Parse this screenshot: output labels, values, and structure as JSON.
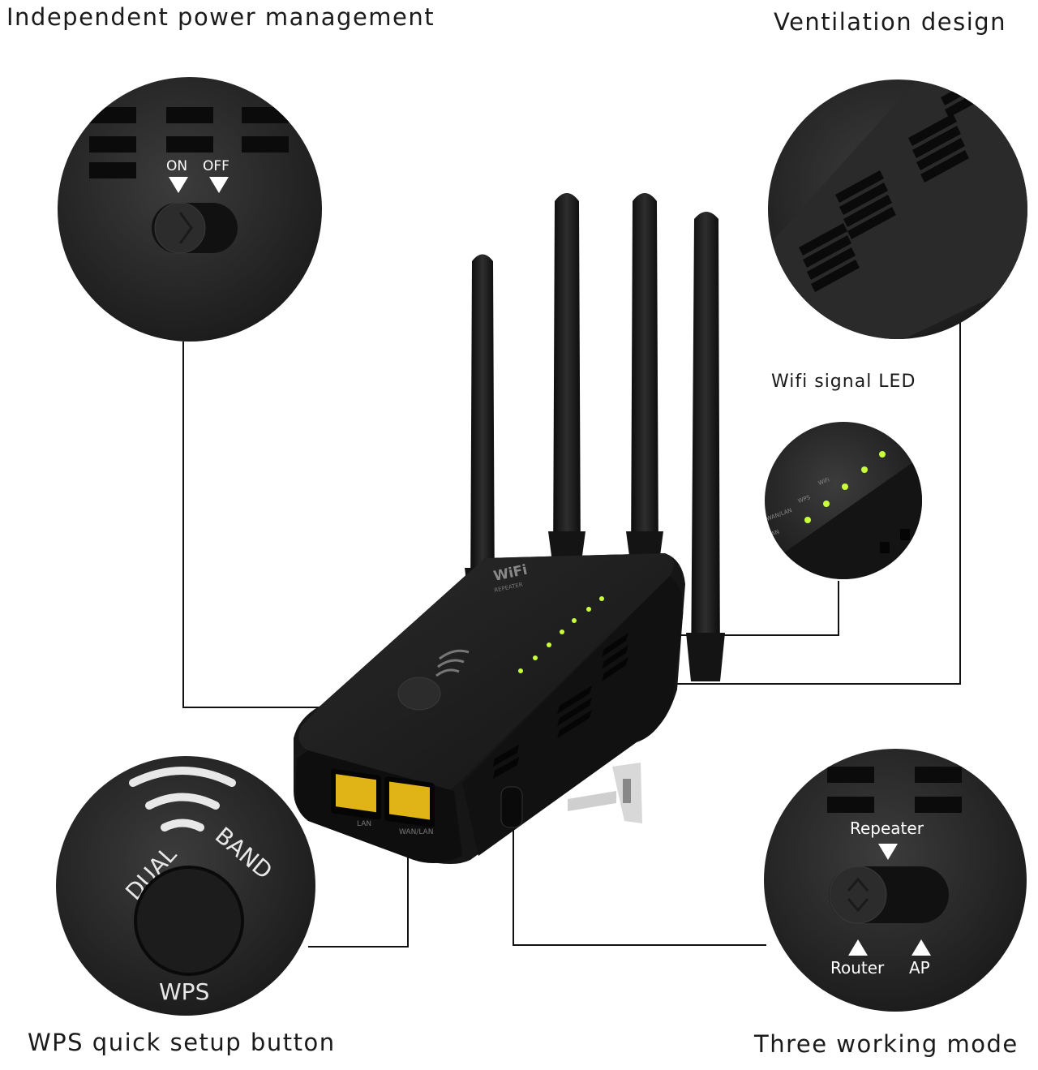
{
  "captions": {
    "power": "Independent power management",
    "ventilation": "Ventilation design",
    "wifi_led": "Wifi signal LED",
    "wps": "WPS quick setup button",
    "modes": "Three working mode"
  },
  "power_switch": {
    "on": "ON",
    "off": "OFF"
  },
  "wps_button": {
    "dual": "DUAL",
    "band": "BAND",
    "wps": "WPS"
  },
  "mode_switch": {
    "repeater": "Repeater",
    "router": "Router",
    "ap": "AP"
  },
  "led_labels": [
    "WiFi",
    "WPS",
    "WAN/LAN",
    "LAN"
  ],
  "device": {
    "brand": "WiFi",
    "sub": "REPEATER",
    "ports": [
      "LAN",
      "WAN/LAN"
    ]
  },
  "colors": {
    "device": "#1c1c1c",
    "led": "#c8ff3a",
    "port": "#e0b416",
    "line": "#111111"
  }
}
